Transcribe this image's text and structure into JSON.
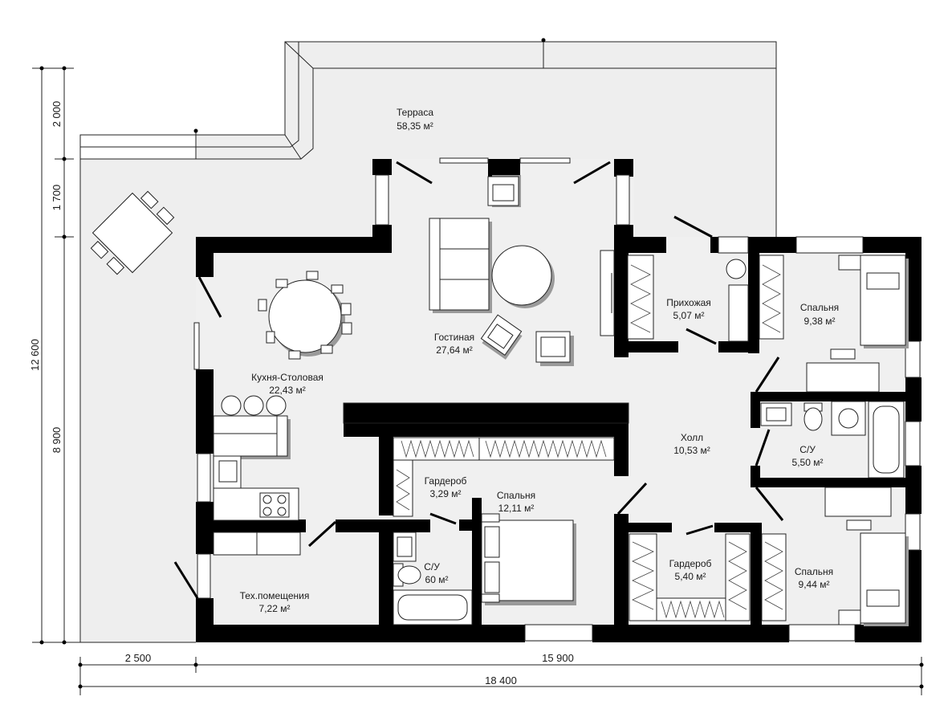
{
  "rooms": {
    "terrace": {
      "name": "Терраса",
      "area": "58,35 м²"
    },
    "living": {
      "name": "Гостиная",
      "area": "27,64 м²"
    },
    "kitchen": {
      "name": "Кухня-Столовая",
      "area": "22,43 м²"
    },
    "hallway": {
      "name": "Прихожая",
      "area": "5,07 м²"
    },
    "bedroom1": {
      "name": "Спальня",
      "area": "9,38 м²"
    },
    "hall": {
      "name": "Холл",
      "area": "10,53 м²"
    },
    "bath1": {
      "name": "С/У",
      "area": "5,50 м²"
    },
    "wardrobe1": {
      "name": "Гардероб",
      "area": "3,29 м²"
    },
    "bedroom2": {
      "name": "Спальня",
      "area": "12,11 м²"
    },
    "bath2": {
      "name": "С/У",
      "area": "60 м²"
    },
    "wardrobe2": {
      "name": "Гардероб",
      "area": "5,40 м²"
    },
    "bedroom3": {
      "name": "Спальня",
      "area": "9,44 м²"
    },
    "tech": {
      "name": "Тех.помещения",
      "area": "7,22 м²"
    }
  },
  "dimensions": {
    "left_total": "12 600",
    "left_top": "2 000",
    "left_mid": "1 700",
    "left_bottom": "8 900",
    "bottom_left": "2 500",
    "bottom_right": "15 900",
    "bottom_total": "18 400"
  }
}
